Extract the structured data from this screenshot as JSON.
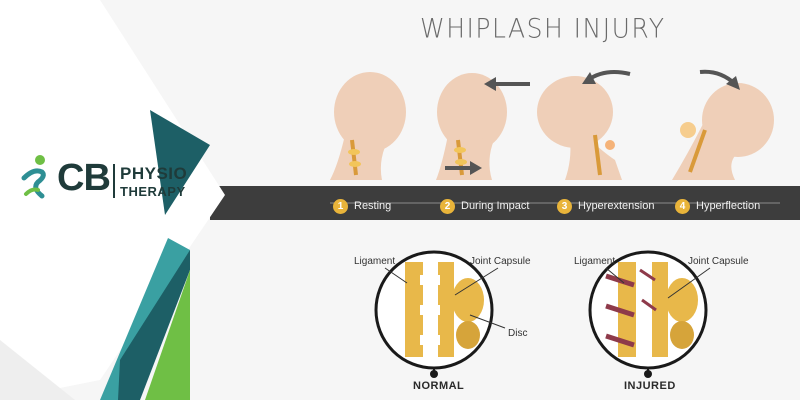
{
  "title": "WHIPLASH INJURY",
  "logo": {
    "initials": "CB",
    "line1": "PHYSIO",
    "line2": "THERAPY",
    "icon": "running-person-icon"
  },
  "steps": [
    {
      "num": "1",
      "label": "Resting"
    },
    {
      "num": "2",
      "label": "During Impact"
    },
    {
      "num": "3",
      "label": "Hyperextension"
    },
    {
      "num": "4",
      "label": "Hyperflection"
    }
  ],
  "normal": {
    "ligament": "Ligament",
    "capsule": "Joint Capsule",
    "disc": "Disc",
    "caption": "NORMAL"
  },
  "injured": {
    "ligament": "Ligament",
    "capsule": "Joint Capsule",
    "caption": "INJURED"
  },
  "colors": {
    "band": "#3d3d3d",
    "step_badge": "#e9b43a",
    "teal_dark": "#1d5f66",
    "teal_light": "#2e8f94",
    "green": "#6fbf45",
    "bone": "#e8b84a",
    "skin": "#efcfb8"
  }
}
